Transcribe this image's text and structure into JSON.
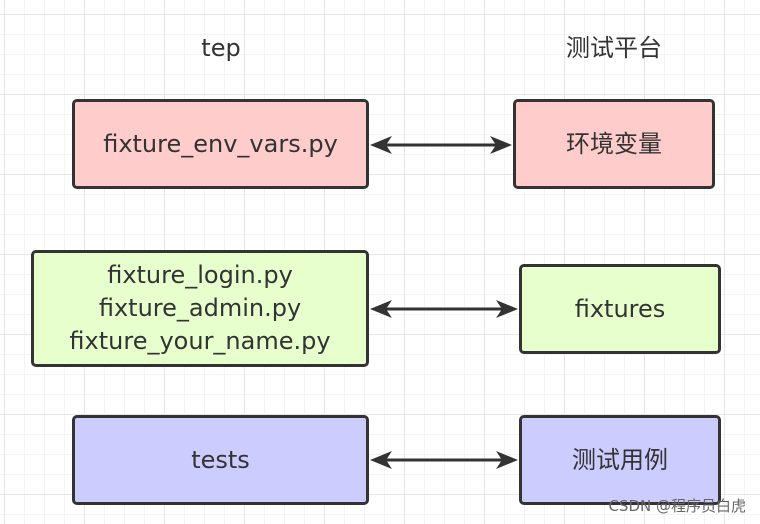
{
  "headers": {
    "left": "tep",
    "right": "测试平台"
  },
  "rows": [
    {
      "left_lines": [
        "fixture_env_vars.py"
      ],
      "right": "环境变量",
      "fill": "#ffcccc"
    },
    {
      "left_lines": [
        "fixture_login.py",
        "fixture_admin.py",
        "fixture_your_name.py"
      ],
      "right": "fixtures",
      "fill": "#e6ffcc"
    },
    {
      "left_lines": [
        "tests"
      ],
      "right": "测试用例",
      "fill": "#ccccff"
    }
  ],
  "watermark": "CSDN @程序员白虎"
}
